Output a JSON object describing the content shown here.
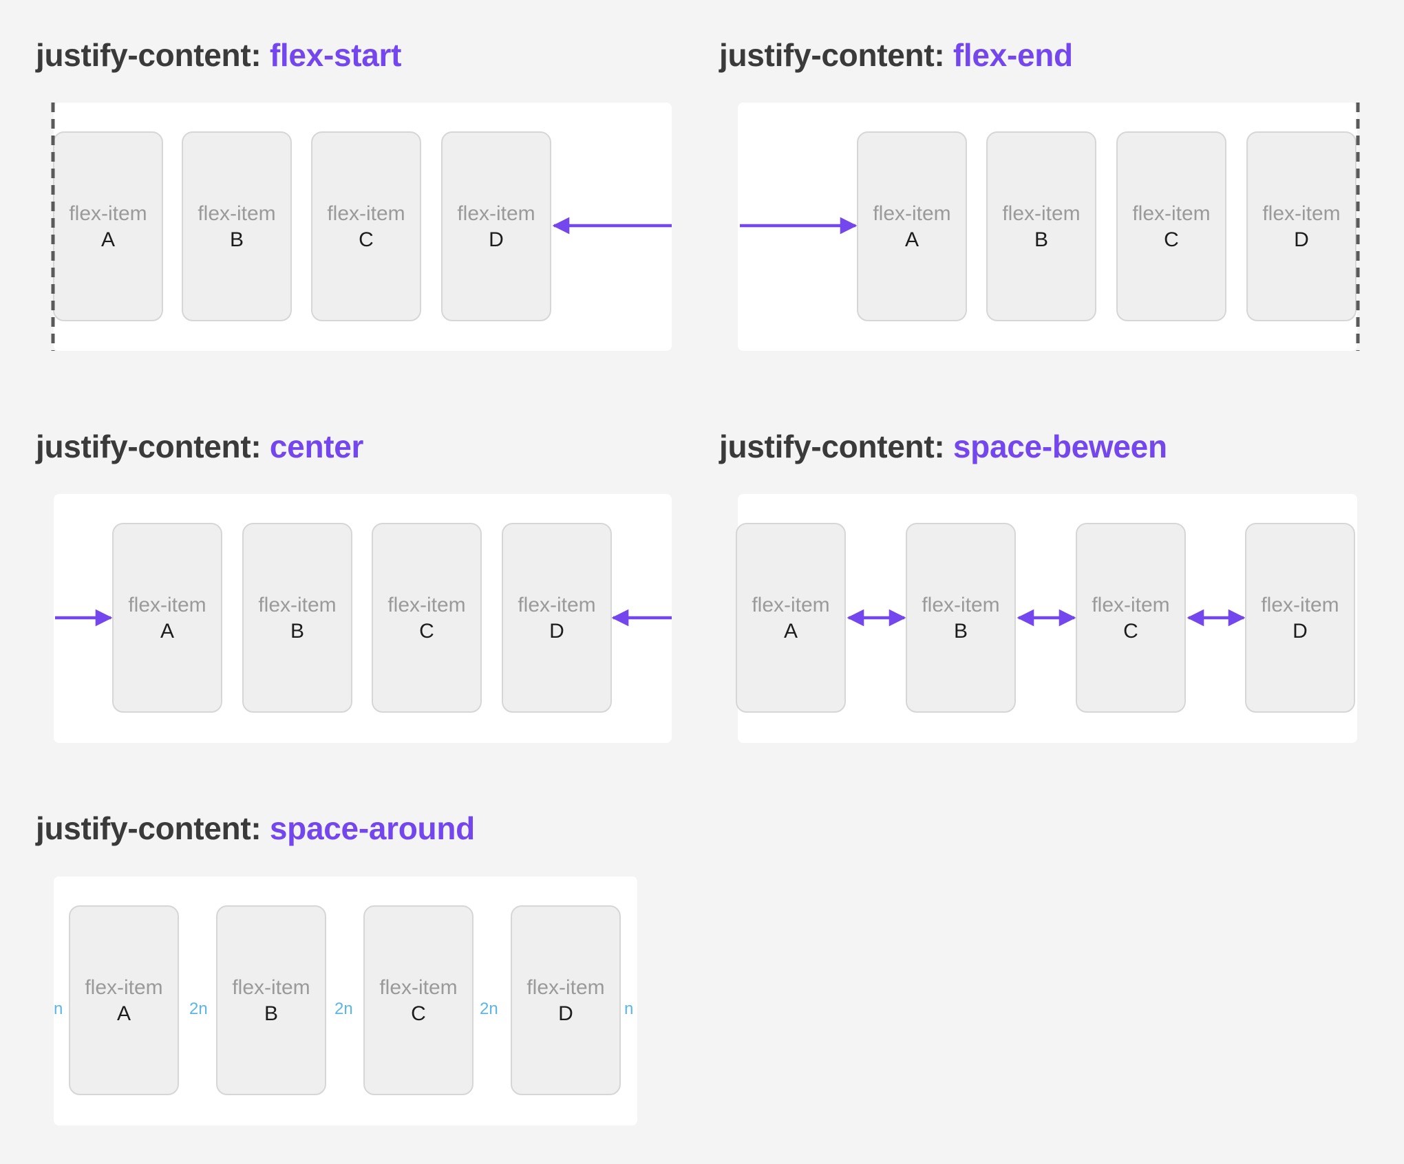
{
  "colors": {
    "accent": "#7447ee",
    "gap_label": "#5bb6e8",
    "title": "#3a3a3a"
  },
  "panels": [
    {
      "prop": "justify-content:",
      "value": "flex-start",
      "items": [
        {
          "label": "flex-item",
          "letter": "A"
        },
        {
          "label": "flex-item",
          "letter": "B"
        },
        {
          "label": "flex-item",
          "letter": "C"
        },
        {
          "label": "flex-item",
          "letter": "D"
        }
      ]
    },
    {
      "prop": "justify-content:",
      "value": "flex-end",
      "items": [
        {
          "label": "flex-item",
          "letter": "A"
        },
        {
          "label": "flex-item",
          "letter": "B"
        },
        {
          "label": "flex-item",
          "letter": "C"
        },
        {
          "label": "flex-item",
          "letter": "D"
        }
      ]
    },
    {
      "prop": "justify-content:",
      "value": "center",
      "items": [
        {
          "label": "flex-item",
          "letter": "A"
        },
        {
          "label": "flex-item",
          "letter": "B"
        },
        {
          "label": "flex-item",
          "letter": "C"
        },
        {
          "label": "flex-item",
          "letter": "D"
        }
      ]
    },
    {
      "prop": "justify-content:",
      "value": "space-beween",
      "items": [
        {
          "label": "flex-item",
          "letter": "A"
        },
        {
          "label": "flex-item",
          "letter": "B"
        },
        {
          "label": "flex-item",
          "letter": "C"
        },
        {
          "label": "flex-item",
          "letter": "D"
        }
      ]
    },
    {
      "prop": "justify-content:",
      "value": "space-around",
      "items": [
        {
          "label": "flex-item",
          "letter": "A"
        },
        {
          "label": "flex-item",
          "letter": "B"
        },
        {
          "label": "flex-item",
          "letter": "C"
        },
        {
          "label": "flex-item",
          "letter": "D"
        }
      ],
      "gaps": [
        "n",
        "2n",
        "2n",
        "2n",
        "n"
      ]
    }
  ]
}
